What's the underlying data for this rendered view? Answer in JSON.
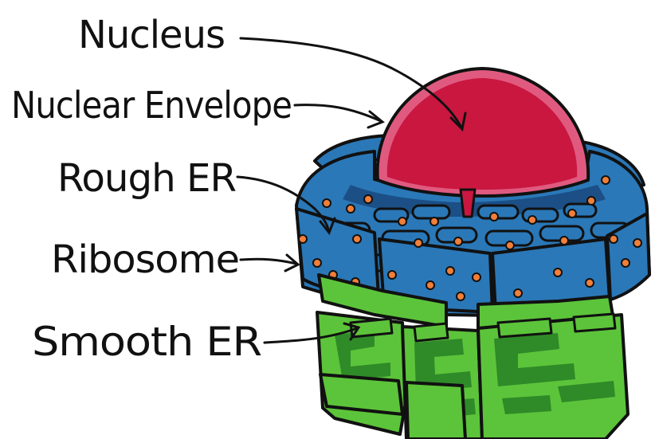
{
  "labels": {
    "nucleus": "Nucleus",
    "nuclear_envelope": "Nuclear Envelope",
    "rough_er": "Rough ER",
    "ribosome": "Ribosome",
    "smooth_er": "Smooth ER"
  },
  "colors": {
    "nucleus": "#c9173f",
    "nuclear_envelope": "#e05a80",
    "rough_er": "#2a78b8",
    "rough_er_dark": "#1b4f86",
    "ribosome": "#f07f3a",
    "smooth_er": "#5cc43a",
    "smooth_er_dark": "#2f8a28",
    "outline": "#111111"
  }
}
